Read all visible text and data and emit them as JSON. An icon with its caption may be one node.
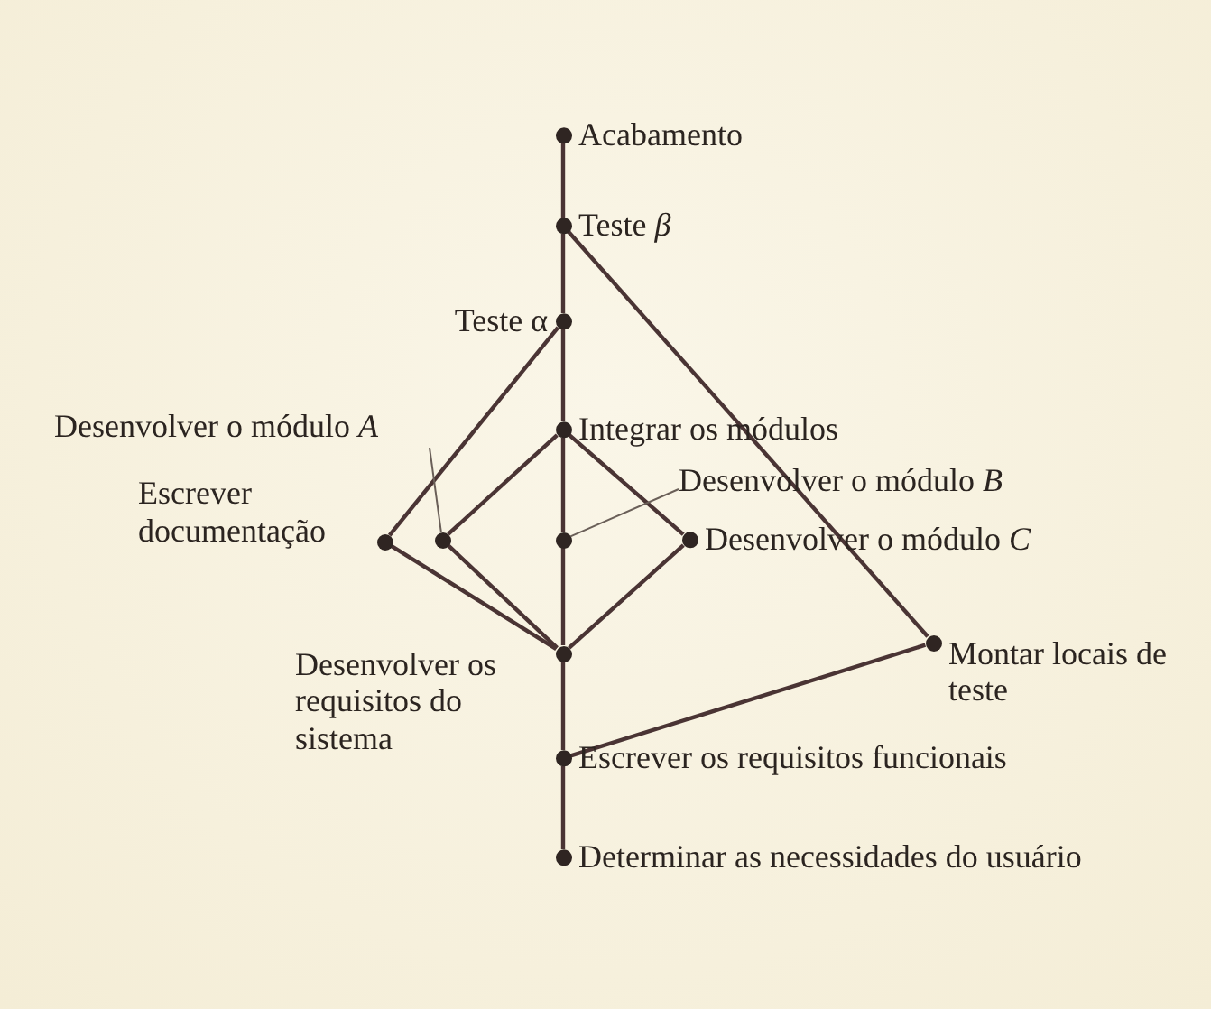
{
  "diagram": {
    "nodes": [
      {
        "text": [
          "Acabamento"
        ]
      },
      {
        "text": [
          "Teste *β*"
        ]
      },
      {
        "text": [
          "Teste α"
        ]
      },
      {
        "text": [
          "Integrar os módulos"
        ]
      },
      {
        "text": [
          "Desenvolver o módulo *A*"
        ]
      },
      {
        "text": [
          "Escrever documentação"
        ]
      },
      {
        "text": [],
        "shape": "circle"
      },
      {
        "text": [],
        "shape": "circle"
      },
      {
        "text": [
          "Desenvolver o módulo *B*"
        ]
      },
      {
        "text": [
          "Desenvolver o módulo *C*"
        ]
      },
      {
        "text": [
          "Desenvolver os requisitos do sistema"
        ]
      },
      {
        "text": [
          "Montar locais de teste"
        ]
      },
      {
        "text": [
          "Escrever os requisitos funcionais"
        ]
      },
      {
        "text": [
          "Determinar as necessidades do usuário"
        ]
      }
    ],
    "edges": [
      {
        "from": 0,
        "to": 1,
        "arrow": "none"
      },
      {
        "from": 1,
        "to": 2,
        "arrow": "none"
      },
      {
        "from": 1,
        "to": 11,
        "arrow": "none"
      },
      {
        "from": 2,
        "to": 3,
        "arrow": "none"
      },
      {
        "from": 2,
        "to": 5,
        "arrow": "none"
      },
      {
        "from": 3,
        "to": 6,
        "arrow": "none"
      },
      {
        "from": 3,
        "to": 7,
        "arrow": "none"
      },
      {
        "from": 3,
        "to": 9,
        "arrow": "none"
      },
      {
        "from": 6,
        "to": 10,
        "arrow": "none"
      },
      {
        "from": 7,
        "to": 10,
        "arrow": "none"
      },
      {
        "from": 9,
        "to": 10,
        "arrow": "none"
      },
      {
        "from": 5,
        "to": 10,
        "arrow": "none"
      },
      {
        "from": 10,
        "to": 12,
        "arrow": "none"
      },
      {
        "from": 11,
        "to": 12,
        "arrow": "none"
      },
      {
        "from": 12,
        "to": 13,
        "arrow": "none"
      },
      {
        "from": 4,
        "to": 6,
        "arrow": "none"
      },
      {
        "from": 8,
        "to": 7,
        "arrow": "none"
      }
    ]
  }
}
